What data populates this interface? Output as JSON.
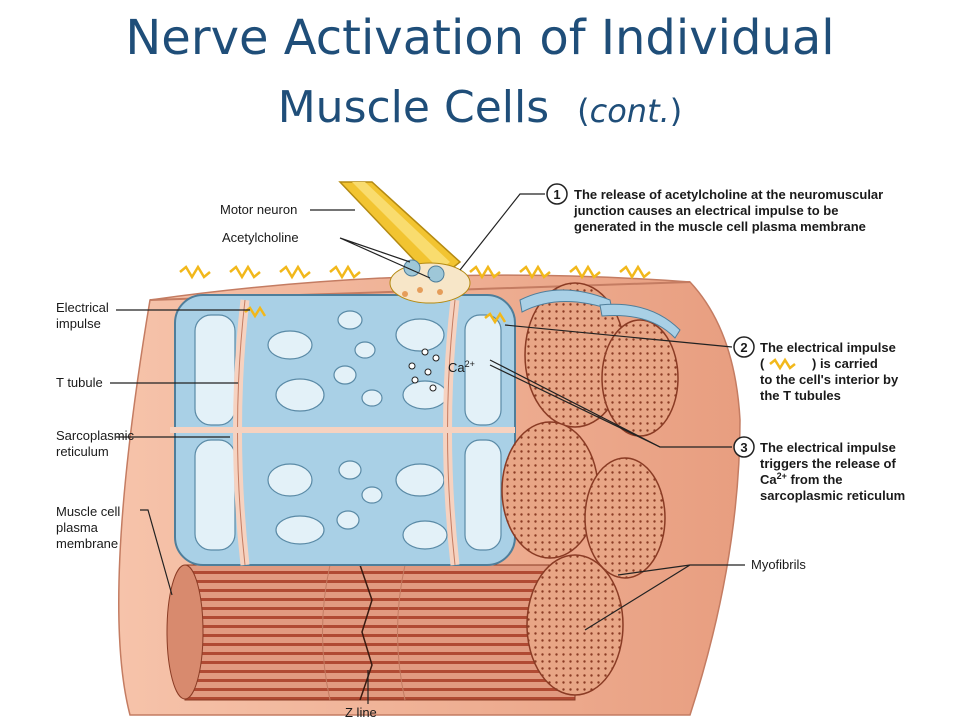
{
  "title": {
    "line1": "Nerve Activation of Individual",
    "line2": "Muscle Cells",
    "suffix_open": "(",
    "suffix_italic": "cont.",
    "suffix_close": ")"
  },
  "labels": {
    "motor_neuron": "Motor neuron",
    "acetylcholine": "Acetylcholine",
    "electrical_impulse_1": "Electrical",
    "electrical_impulse_2": "impulse",
    "t_tubule": "T tubule",
    "sr_1": "Sarcoplasmic",
    "sr_2": "reticulum",
    "membrane_1": "Muscle cell",
    "membrane_2": "plasma",
    "membrane_3": "membrane",
    "ca": "Ca",
    "ca_sup": "2+",
    "myofibrils": "Myofibrils",
    "z_line": "Z line"
  },
  "steps": [
    {
      "number": "1",
      "lines": [
        "The release of acetylcholine at the neuromuscular",
        "junction causes an electrical impulse to be",
        "generated in the muscle cell plasma membrane"
      ]
    },
    {
      "number": "2",
      "line1": "The electrical impulse",
      "line2_open": "(",
      "line2_close": ") is carried",
      "lines_rest": [
        "to the cell's interior by",
        "the T tubules"
      ]
    },
    {
      "number": "3",
      "lines": [
        "The electrical impulse",
        "triggers the release of"
      ],
      "ca": "Ca",
      "ca_sup": "2+",
      "ca_tail": " from the",
      "last": "sarcoplasmic reticulum"
    }
  ],
  "colors": {
    "title": "#1f4e79",
    "muscle": "#f0b69c",
    "myofibril": "#c2593f",
    "reticulum": "#a9d0e6",
    "neuron": "#f2c431"
  }
}
